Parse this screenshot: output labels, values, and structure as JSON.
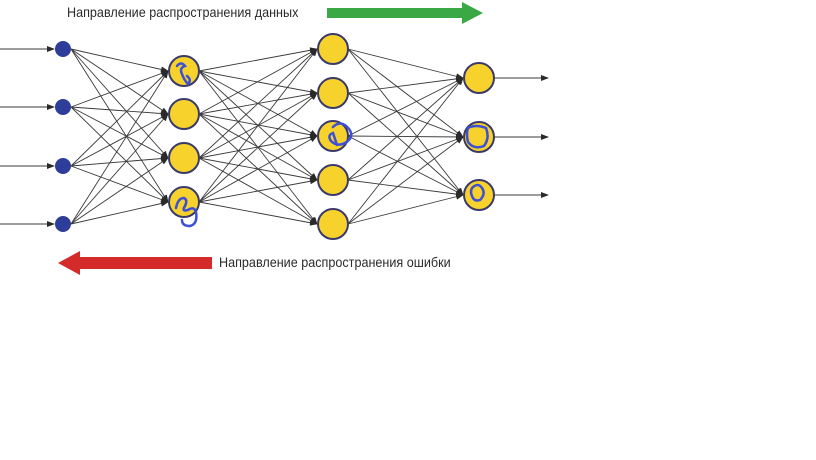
{
  "labels": {
    "forward": "Направление распространения данных",
    "backward": "Направление распространения ошибки"
  },
  "colors": {
    "forward_arrow": "#3aa845",
    "backward_arrow": "#d42a2a",
    "input_node": "#2e3d9a",
    "hidden_node_fill": "#f7d22c",
    "node_stroke": "#3a3a6a",
    "edge": "#3a3a3a",
    "annotation": "#3c4fd6"
  },
  "network": {
    "layers": [
      {
        "name": "input",
        "size": 4
      },
      {
        "name": "hidden-1",
        "size": 4
      },
      {
        "name": "hidden-2",
        "size": 5
      },
      {
        "name": "output",
        "size": 3
      }
    ],
    "annotated_nodes": [
      {
        "layer": 1,
        "index": 0
      },
      {
        "layer": 1,
        "index": 3
      },
      {
        "layer": 2,
        "index": 2
      },
      {
        "layer": 3,
        "index": 1
      },
      {
        "layer": 3,
        "index": 2
      }
    ]
  }
}
